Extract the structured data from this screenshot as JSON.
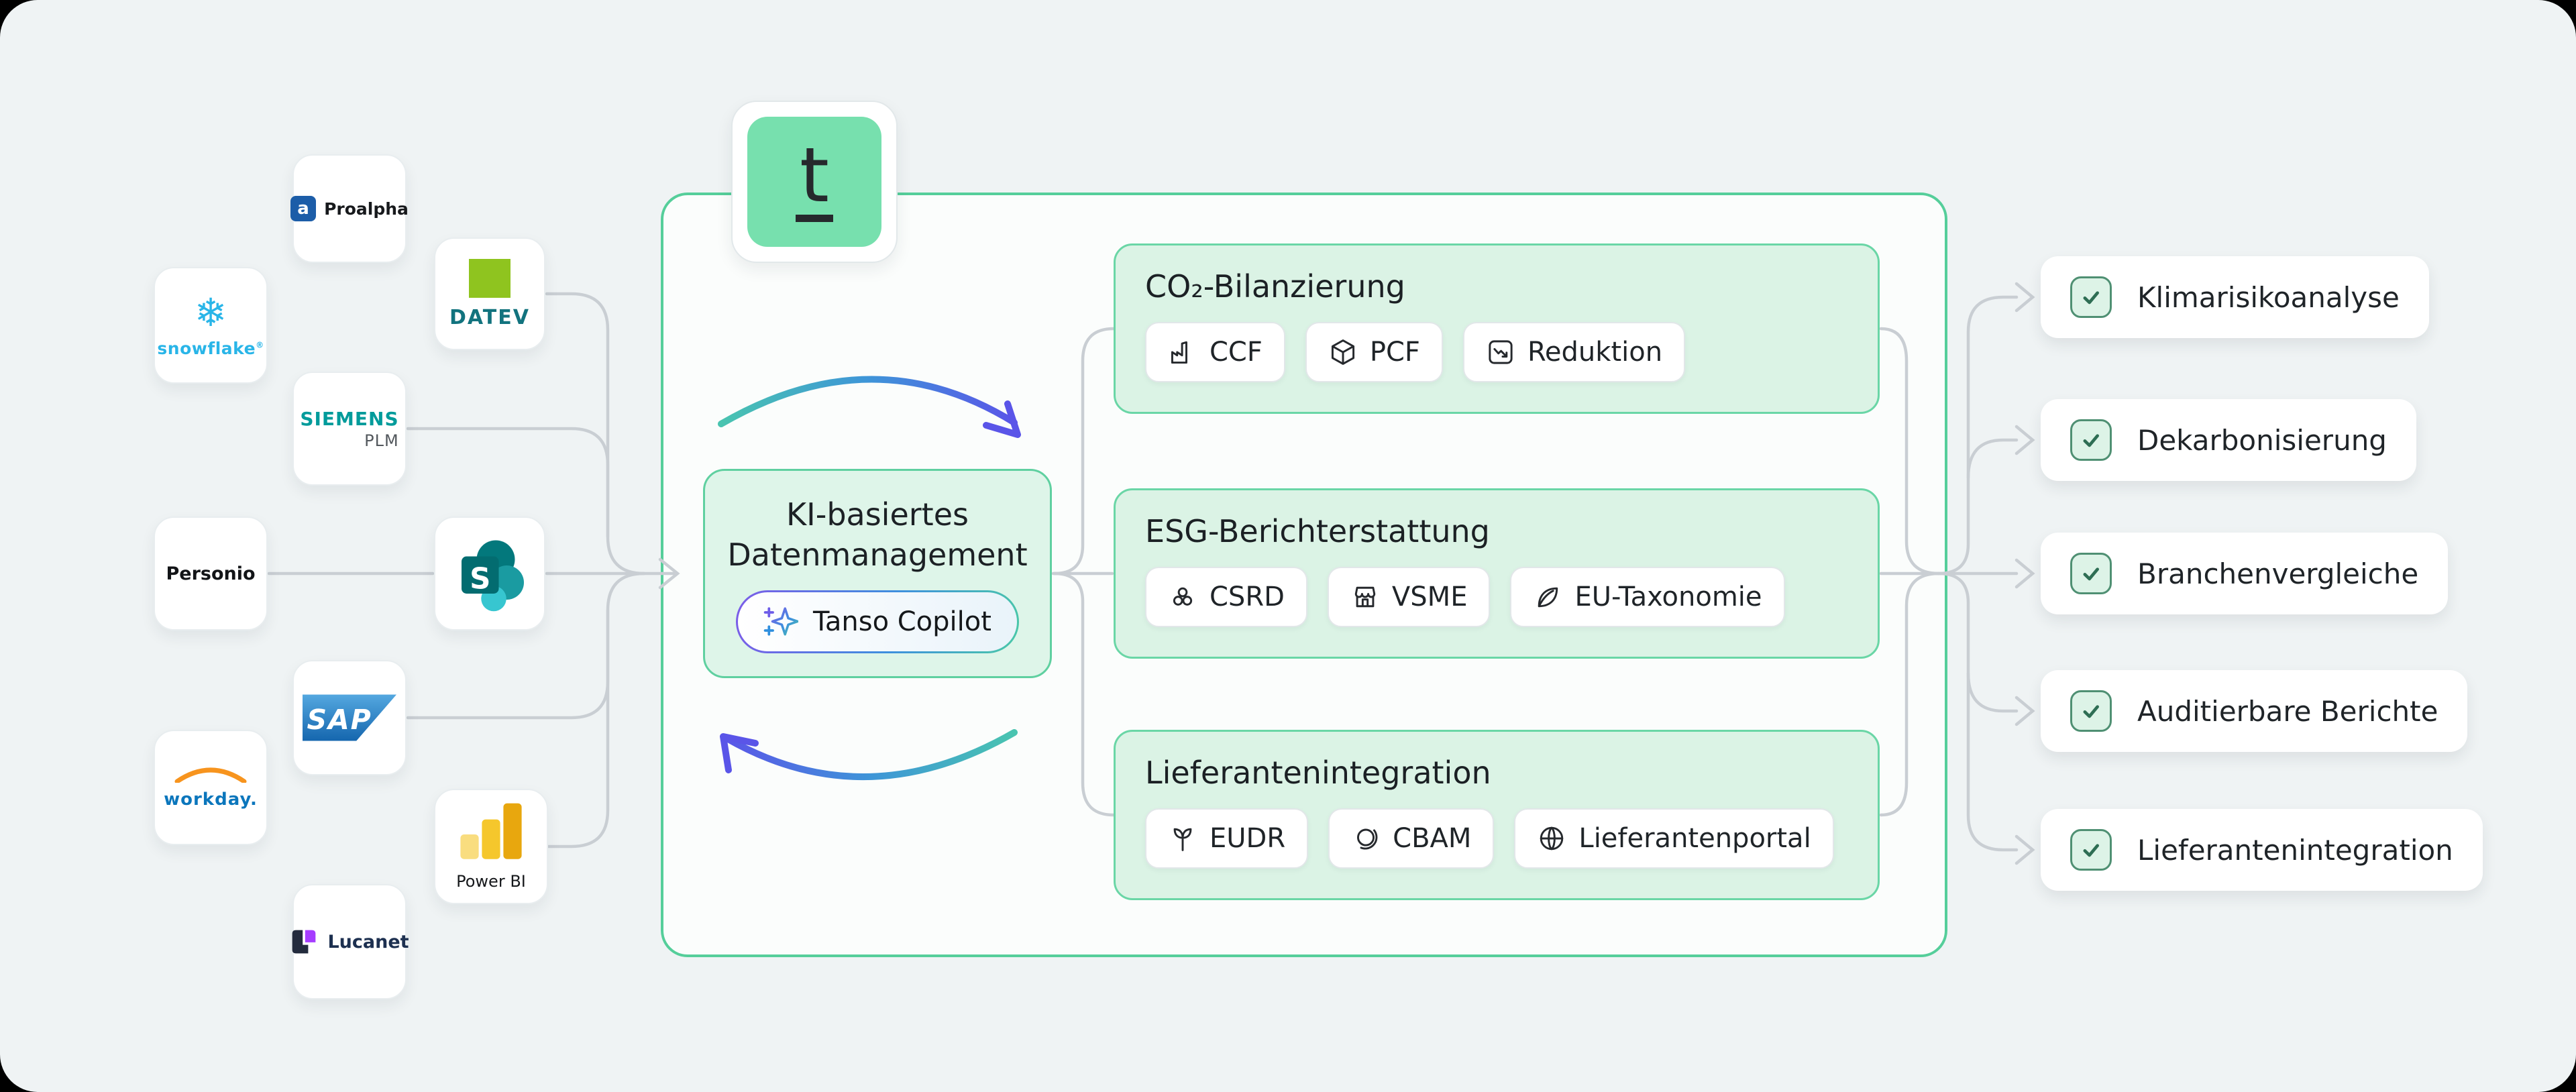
{
  "canvas": {
    "outer_bg": "#000000",
    "panel_bg": "#EFF3F4"
  },
  "colors": {
    "accent_green": "#55CE9A",
    "module_bg": "#DBF3E5",
    "logo_green": "#77E0AE",
    "wire_gray": "#C9CED3",
    "copilot_gradient": [
      "#7C5CE8",
      "#3E8FDE",
      "#4AC8A8"
    ],
    "cycle_arrow_gradient": [
      "#49C4B0",
      "#3E95D8",
      "#5A55E8"
    ]
  },
  "tanso_logo": {
    "glyph": "t"
  },
  "sources": [
    {
      "id": "proalpha",
      "label": "Proalpha",
      "monogram": "a"
    },
    {
      "id": "snowflake",
      "label": "snowflake",
      "reg": "®",
      "glyph": "❄"
    },
    {
      "id": "datev",
      "label": "DATEV"
    },
    {
      "id": "siemens",
      "label": "SIEMENS",
      "sublabel": "PLM"
    },
    {
      "id": "personio",
      "label": "Personio"
    },
    {
      "id": "sharepoint",
      "monogram": "S"
    },
    {
      "id": "sap",
      "label": "SAP"
    },
    {
      "id": "workday",
      "label": "workday."
    },
    {
      "id": "powerbi",
      "label": "Power BI"
    },
    {
      "id": "lucanet",
      "label": "Lucanet"
    }
  ],
  "center": {
    "title_line1": "KI-basiertes",
    "title_line2": "Datenmanagement",
    "copilot_label": "Tanso Copilot"
  },
  "modules": [
    {
      "title": "CO₂-Bilanzierung",
      "pills": [
        {
          "icon": "factory-icon",
          "label": "CCF"
        },
        {
          "icon": "package-icon",
          "label": "PCF"
        },
        {
          "icon": "trend-down-icon",
          "label": "Reduktion"
        }
      ]
    },
    {
      "title": "ESG-Berichterstattung",
      "pills": [
        {
          "icon": "cluster-icon",
          "label": "CSRD"
        },
        {
          "icon": "storefront-icon",
          "label": "VSME"
        },
        {
          "icon": "leaf-icon",
          "label": "EU-Taxonomie"
        }
      ]
    },
    {
      "title": "Lieferantenintegration",
      "pills": [
        {
          "icon": "sprout-icon",
          "label": "EUDR"
        },
        {
          "icon": "orbit-icon",
          "label": "CBAM"
        },
        {
          "icon": "globe-icon",
          "label": "Lieferantenportal"
        }
      ]
    }
  ],
  "outcomes": [
    {
      "label": "Klimarisikoanalyse"
    },
    {
      "label": "Dekarbonisierung"
    },
    {
      "label": "Branchenvergleiche"
    },
    {
      "label": "Auditierbare Berichte"
    },
    {
      "label": "Lieferantenintegration"
    }
  ]
}
